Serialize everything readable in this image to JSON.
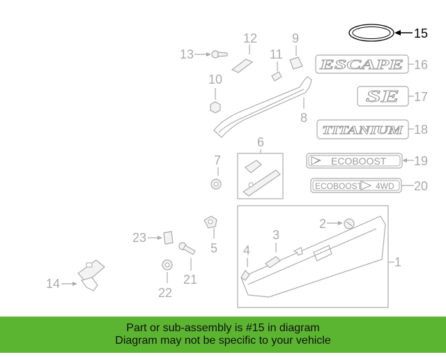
{
  "diagram": {
    "callouts": {
      "c1": "1",
      "c2": "2",
      "c3": "3",
      "c4": "4",
      "c5": "5",
      "c6": "6",
      "c7": "7",
      "c8": "8",
      "c9": "9",
      "c10": "10",
      "c11": "11",
      "c12": "12",
      "c13": "13",
      "c14": "14",
      "c15": "15",
      "c16": "16",
      "c17": "17",
      "c18": "18",
      "c19": "19",
      "c20": "20",
      "c21": "21",
      "c22": "22",
      "c23": "23"
    },
    "highlighted_part": "15",
    "badges": {
      "escape": "ESCAPE",
      "se": "SE",
      "titanium": "TITANIUM",
      "ecoboost": "ECOBOOST",
      "ecoboost_4wd_left": "ECOBOOST",
      "ecoboost_4wd_right": "4WD"
    }
  },
  "banner": {
    "line1": "Part or sub-assembly is #15 in diagram",
    "line2": "Diagram may not be specific to your vehicle"
  },
  "colors": {
    "banner_bg": "#5cb531",
    "part_gray": "#aaaaaa",
    "active": "#000000"
  }
}
